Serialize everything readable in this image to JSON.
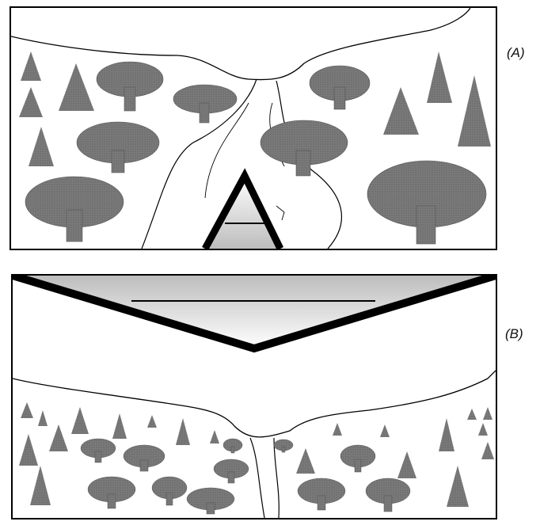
{
  "panels": [
    {
      "label": "(A)",
      "description_icon": "forest-road-with-near-sign"
    },
    {
      "label": "(B)",
      "description_icon": "forest-road-with-overhead-sign"
    }
  ],
  "colors": {
    "tree": "#6e6e6e",
    "tree_dark": "#4a4a4a",
    "outline": "#000000",
    "sky": "#ffffff"
  }
}
